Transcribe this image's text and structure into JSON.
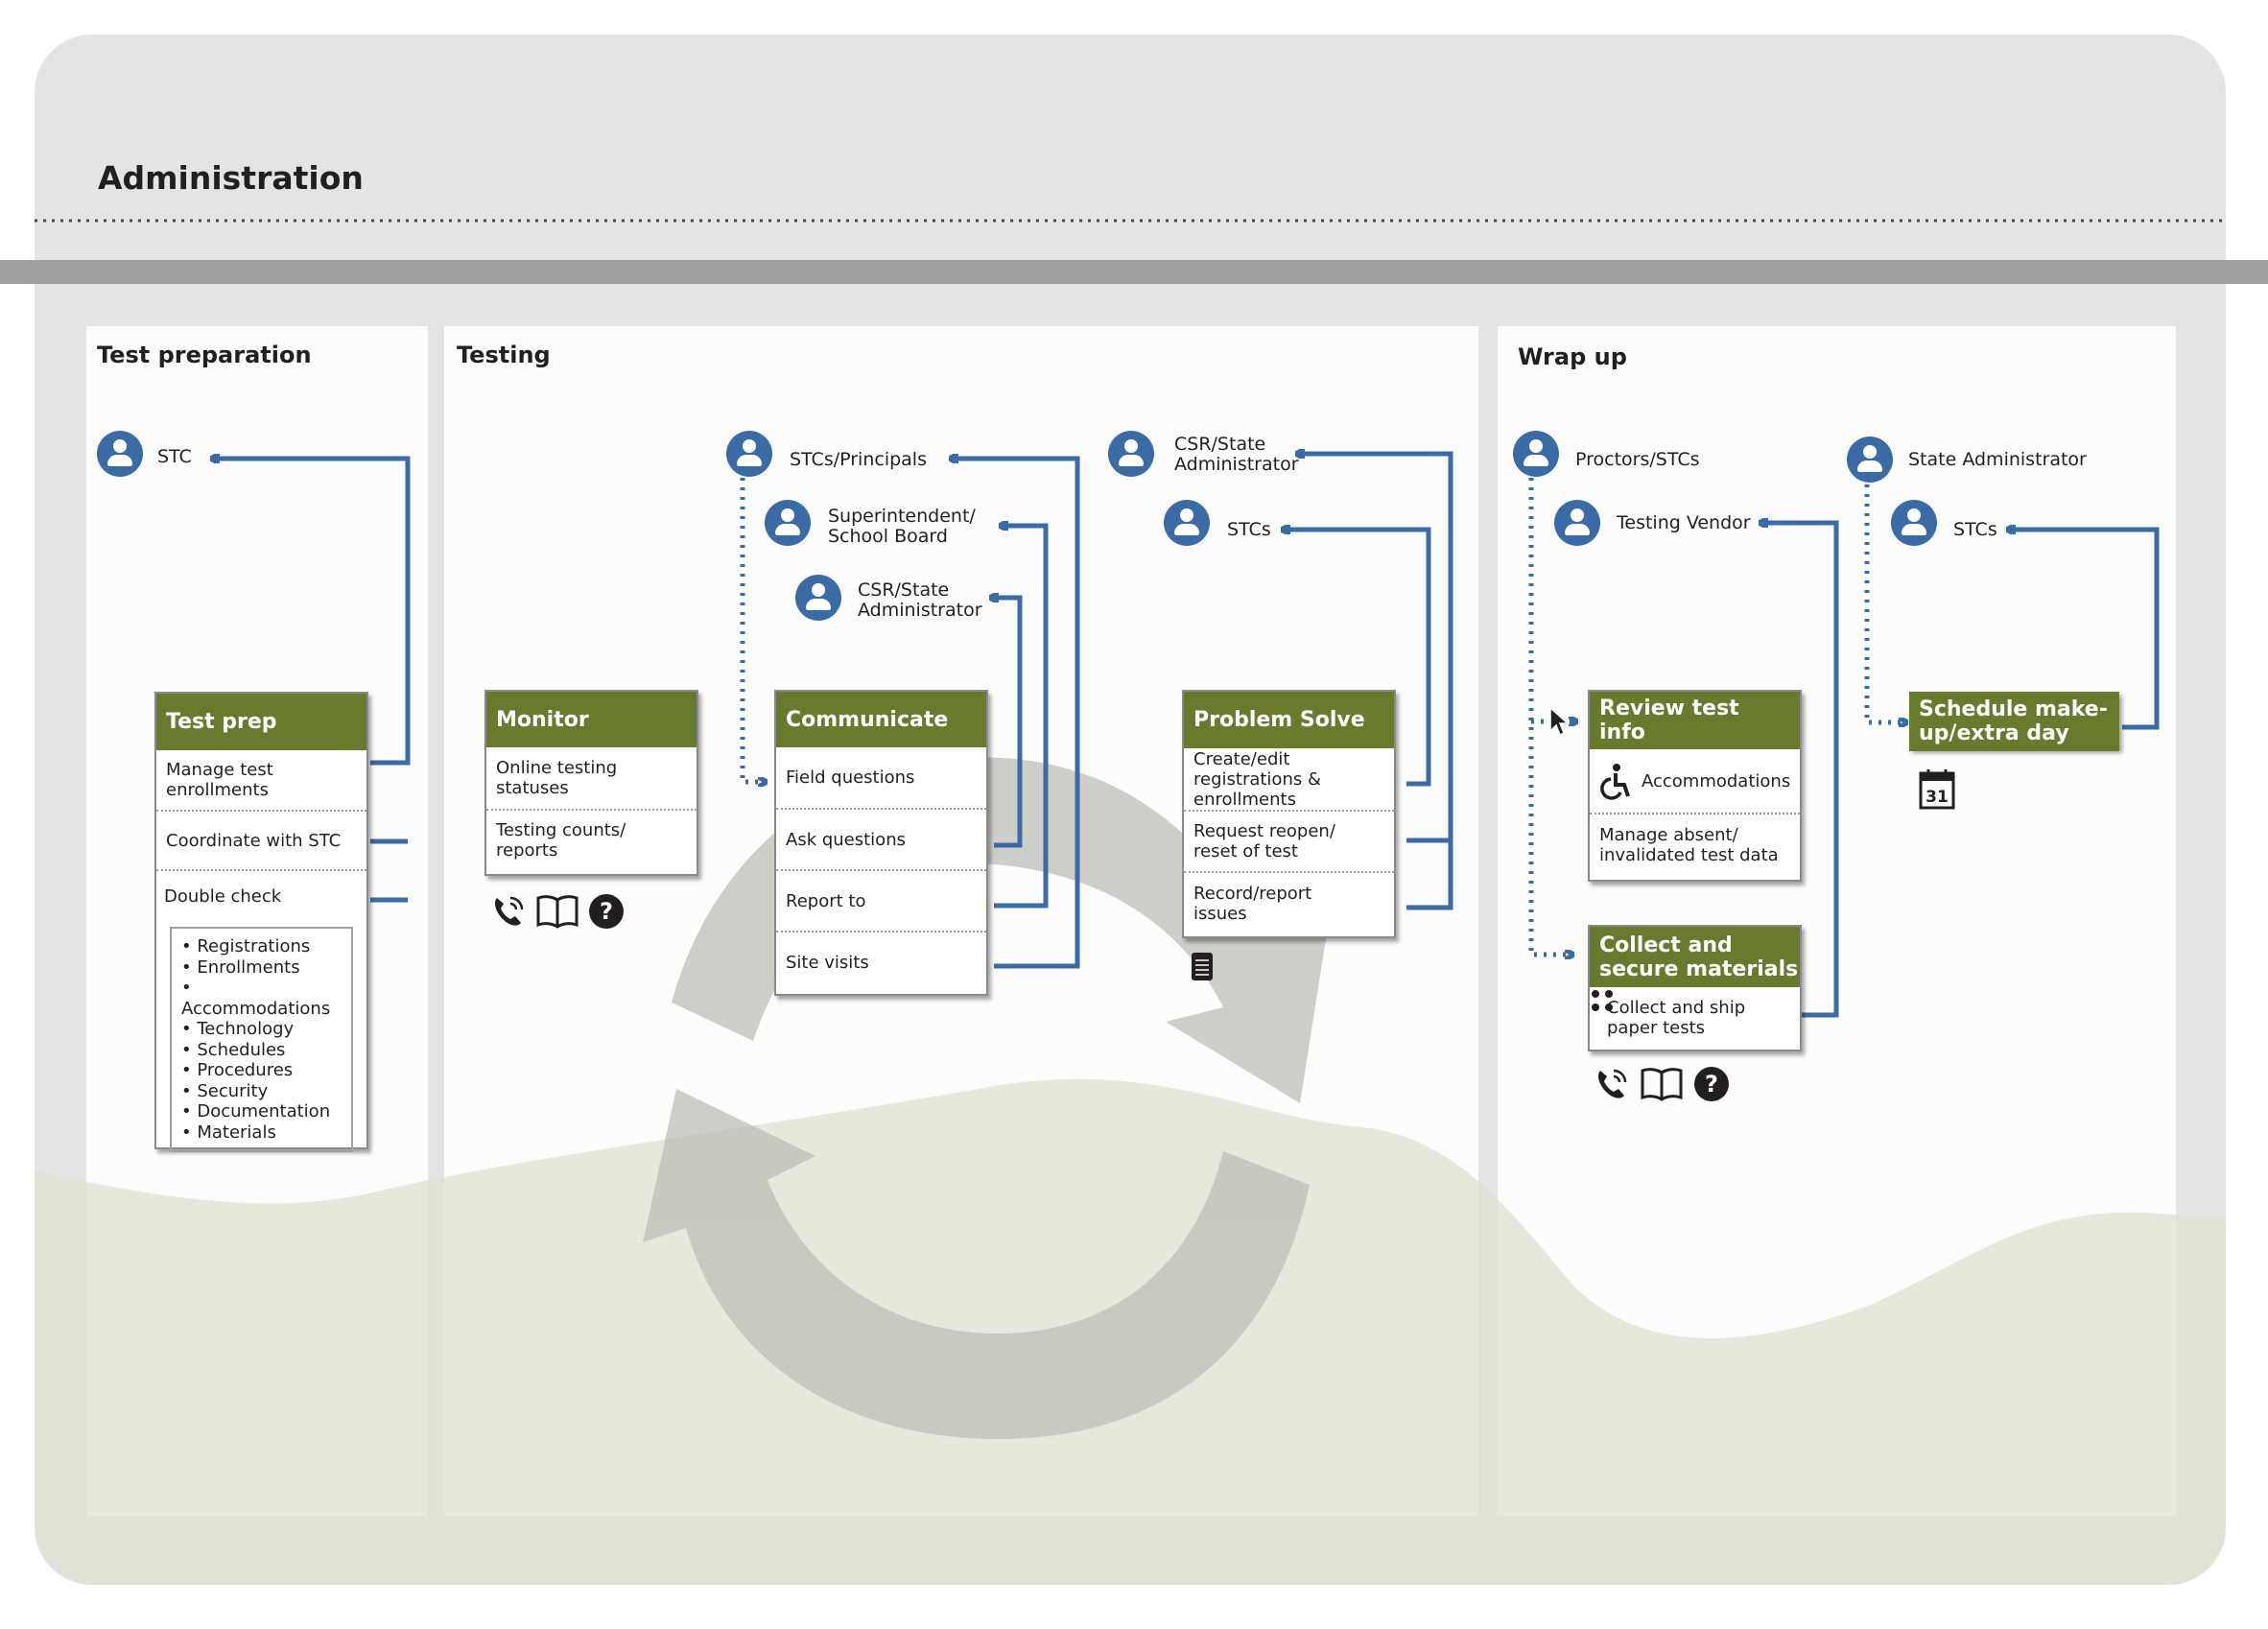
{
  "page_title": "Administration",
  "colors": {
    "accent": "#3a6ba5",
    "card_header": "#687a2d",
    "panel_bg": "#e4e4e4",
    "wave": "#ebecdf",
    "cycle_arrow": "#c8c8c8"
  },
  "sections": {
    "test_preparation": "Test preparation",
    "testing": "Testing",
    "wrap_up": "Wrap up"
  },
  "roles": {
    "stc": "STC",
    "stcs_principals": "STCs/Principals",
    "superintendent": "Superintendent/\nSchool Board",
    "csr_state_admin_1": "CSR/State\nAdministrator",
    "csr_state_admin_2": "CSR/State\nAdministrator",
    "stcs_1": "STCs",
    "proctors_stcs": "Proctors/STCs",
    "testing_vendor": "Testing Vendor",
    "state_administrator": "State Administrator",
    "stcs_2": "STCs"
  },
  "cards": {
    "test_prep": {
      "title": "Test prep",
      "items": [
        "Manage test\nenrollments",
        "Coordinate with STC",
        "Double check"
      ],
      "checklist": [
        "• Registrations",
        "• Enrollments",
        "• Accommodations",
        "• Technology",
        "• Schedules",
        "• Procedures",
        "• Security",
        "• Documentation",
        "• Materials"
      ]
    },
    "monitor": {
      "title": "Monitor",
      "items": [
        "Online testing\nstatuses",
        "Testing counts/\nreports"
      ]
    },
    "communicate": {
      "title": "Communicate",
      "items": [
        "Field questions",
        "Ask questions",
        "Report to",
        "Site visits"
      ]
    },
    "problem_solve": {
      "title": "Problem Solve",
      "items": [
        "Create/edit\nregistrations &\nenrollments",
        "Request reopen/\nreset of test",
        "Record/report\nissues"
      ]
    },
    "review_test_info": {
      "title": "Review test info",
      "items": [
        "Accommodations",
        "Manage absent/\ninvalidated test data"
      ]
    },
    "collect_secure": {
      "title": "Collect and\nsecure materials",
      "items": [
        "Collect and ship\npaper tests"
      ]
    },
    "schedule_makeup": {
      "title": "Schedule make-\nup/extra day"
    }
  },
  "icons": {
    "phone": "phone-icon",
    "book": "book-icon",
    "help": "help-icon",
    "notepad": "notepad-icon",
    "calendar": "calendar-icon",
    "calendar_day": "31",
    "accessibility": "accessibility-icon",
    "dots": "dots-icon",
    "cursor": "cursor-icon",
    "cycle": "cycle-arrows-icon",
    "user": "user-icon"
  }
}
